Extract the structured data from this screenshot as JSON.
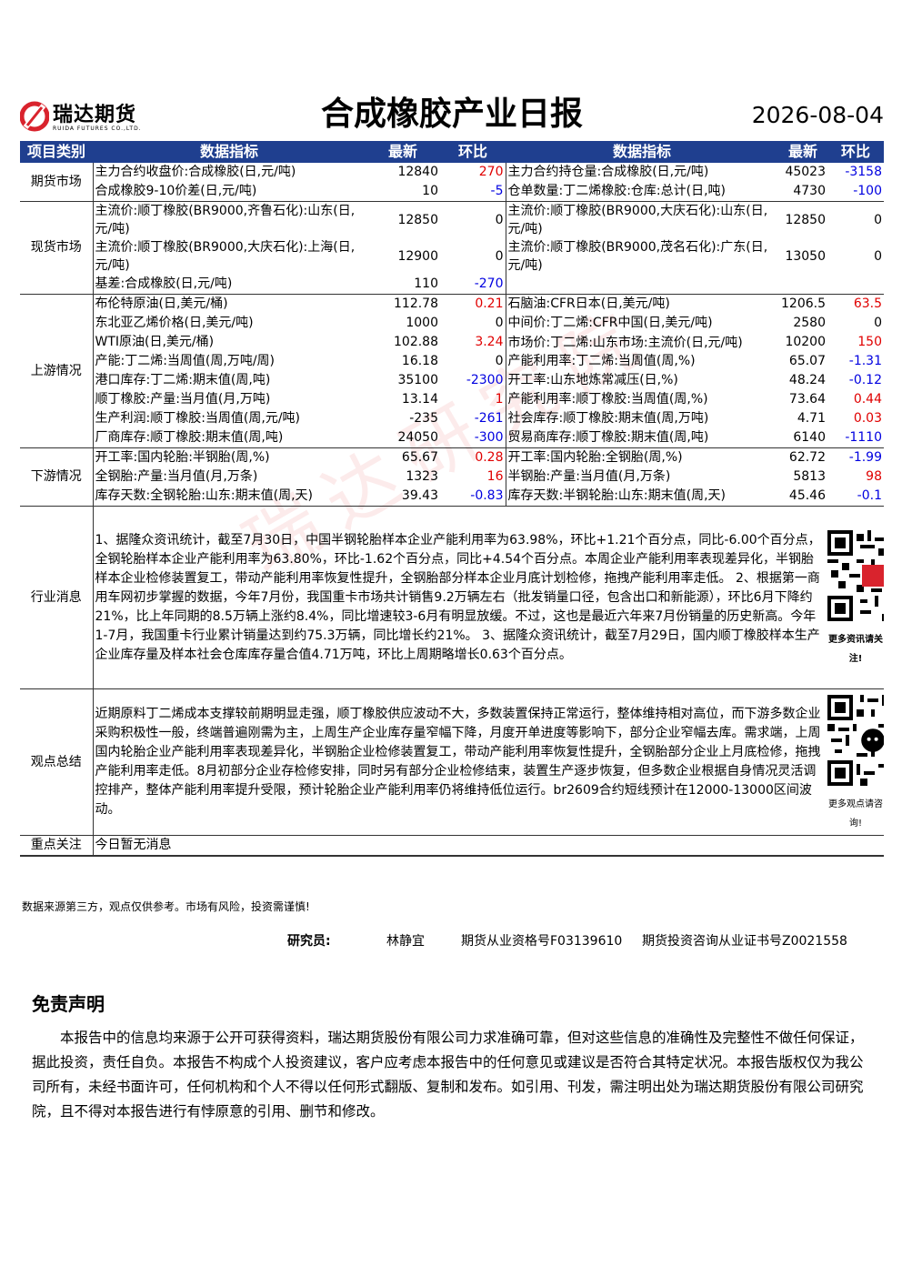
{
  "header": {
    "logo_text": "瑞达期货",
    "logo_sub": "RUIDA FUTURES CO.,LTD.",
    "title": "合成橡胶产业日报",
    "date": "2026-08-04"
  },
  "table_headers": {
    "category": "项目类别",
    "indicator": "数据指标",
    "latest": "最新",
    "change": "环比"
  },
  "sections": {
    "futures": {
      "label": "期货市场",
      "rows": [
        {
          "l_name": "主力合约收盘价:合成橡胶(日,元/吨)",
          "l_val": "12840",
          "l_chg": "270",
          "r_name": "主力合约持仓量:合成橡胶(日,元/吨)",
          "r_val": "45023",
          "r_chg": "-3158"
        },
        {
          "l_name": "合成橡胶9-10价差(日,元/吨)",
          "l_val": "10",
          "l_chg": "-5",
          "r_name": "仓单数量:丁二烯橡胶:仓库:总计(日,吨)",
          "r_val": "4730",
          "r_chg": "-100"
        }
      ]
    },
    "spot": {
      "label": "现货市场",
      "rows": [
        {
          "l_name": "主流价:顺丁橡胶(BR9000,齐鲁石化):山东(日,元/吨)",
          "l_val": "12850",
          "l_chg": "0",
          "r_name": "主流价:顺丁橡胶(BR9000,大庆石化):山东(日,元/吨)",
          "r_val": "12850",
          "r_chg": "0"
        },
        {
          "l_name": "主流价:顺丁橡胶(BR9000,大庆石化):上海(日,元/吨)",
          "l_val": "12900",
          "l_chg": "0",
          "r_name": "主流价:顺丁橡胶(BR9000,茂名石化):广东(日,元/吨)",
          "r_val": "13050",
          "r_chg": "0"
        },
        {
          "l_name": "基差:合成橡胶(日,元/吨)",
          "l_val": "110",
          "l_chg": "-270"
        }
      ]
    },
    "upstream": {
      "label": "上游情况",
      "rows": [
        {
          "l_name": "布伦特原油(日,美元/桶)",
          "l_val": "112.78",
          "l_chg": "0.21",
          "r_name": "石脑油:CFR日本(日,美元/吨)",
          "r_val": "1206.5",
          "r_chg": "63.5"
        },
        {
          "l_name": "东北亚乙烯价格(日,美元/吨)",
          "l_val": "1000",
          "l_chg": "0",
          "r_name": "中间价:丁二烯:CFR中国(日,美元/吨)",
          "r_val": "2580",
          "r_chg": "0"
        },
        {
          "l_name": "WTI原油(日,美元/桶)",
          "l_val": "102.88",
          "l_chg": "3.24",
          "r_name": "市场价:丁二烯:山东市场:主流价(日,元/吨)",
          "r_val": "10200",
          "r_chg": "150"
        },
        {
          "l_name": "产能:丁二烯:当周值(周,万吨/周)",
          "l_val": "16.18",
          "l_chg": "0",
          "r_name": "产能利用率:丁二烯:当周值(周,%)",
          "r_val": "65.07",
          "r_chg": "-1.31"
        },
        {
          "l_name": "港口库存:丁二烯:期末值(周,吨)",
          "l_val": "35100",
          "l_chg": "-2300",
          "r_name": "开工率:山东地炼常减压(日,%)",
          "r_val": "48.24",
          "r_chg": "-0.12"
        },
        {
          "l_name": "顺丁橡胶:产量:当月值(月,万吨)",
          "l_val": "13.14",
          "l_chg": "1",
          "r_name": "产能利用率:顺丁橡胶:当周值(周,%)",
          "r_val": "73.64",
          "r_chg": "0.44"
        },
        {
          "l_name": "生产利润:顺丁橡胶:当周值(周,元/吨)",
          "l_val": "-235",
          "l_chg": "-261",
          "r_name": "社会库存:顺丁橡胶:期末值(周,万吨)",
          "r_val": "4.71",
          "r_chg": "0.03"
        },
        {
          "l_name": "厂商库存:顺丁橡胶:期末值(周,吨)",
          "l_val": "24050",
          "l_chg": "-300",
          "r_name": "贸易商库存:顺丁橡胶:期末值(周,吨)",
          "r_val": "6140",
          "r_chg": "-1110"
        }
      ]
    },
    "downstream": {
      "label": "下游情况",
      "rows": [
        {
          "l_name": "开工率:国内轮胎:半钢胎(周,%)",
          "l_val": "65.67",
          "l_chg": "0.28",
          "r_name": "开工率:国内轮胎:全钢胎(周,%)",
          "r_val": "62.72",
          "r_chg": "-1.99"
        },
        {
          "l_name": "全钢胎:产量:当月值(月,万条)",
          "l_val": "1323",
          "l_chg": "16",
          "r_name": "半钢胎:产量:当月值(月,万条)",
          "r_val": "5813",
          "r_chg": "98"
        },
        {
          "l_name": "库存天数:全钢轮胎:山东:期末值(周,天)",
          "l_val": "39.43",
          "l_chg": "-0.83",
          "r_name": "库存天数:半钢轮胎:山东:期末值(周,天)",
          "r_val": "45.46",
          "r_chg": "-0.1"
        }
      ]
    },
    "news": {
      "label": "行业消息",
      "text": "1、据隆众资讯统计，截至7月30日，中国半钢轮胎样本企业产能利用率为63.98%，环比+1.21个百分点，同比-6.00个百分点，全钢轮胎样本企业产能利用率为63.80%，环比-1.62个百分点，同比+4.54个百分点。本周企业产能利用率表现差异化，半钢胎样本企业检修装置复工，带动产能利用率恢复性提升，全钢胎部分样本企业月底计划检修，拖拽产能利用率走低。 2、根据第一商用车网初步掌握的数据，今年7月份，我国重卡市场共计销售9.2万辆左右（批发销量口径，包含出口和新能源），环比6月下降约21%，比上年同期的8.5万辆上涨约8.4%，同比增速较3-6月有明显放缓。不过，这也是最近六年来7月份销量的历史新高。今年1-7月，我国重卡行业累计销量达到约75.3万辆，同比增长约21%。 3、据隆众资讯统计，截至7月29日，国内顺丁橡胶样本生产企业库存量及样本社会仓库库存量合值4.71万吨，环比上周期略增长0.63个百分点。",
      "qr_caption": "更多资讯请关注!"
    },
    "view": {
      "label": "观点总结",
      "text": "近期原料丁二烯成本支撑较前期明显走强，顺丁橡胶供应波动不大，多数装置保持正常运行，整体维持相对高位，而下游多数企业采购积极性一般，终端普遍刚需为主，上周生产企业库存量窄幅下降，月度开单进度等影响下，部分企业窄幅去库。需求端，上周国内轮胎企业产能利用率表现差异化，半钢胎企业检修装置复工，带动产能利用率恢复性提升，全钢胎部分企业上月底检修，拖拽产能利用率走低。8月初部分企业存检修安排，同时另有部分企业检修结束，装置生产逐步恢复，但多数企业根据自身情况灵活调控排产，整体产能利用率提升受限，预计轮胎企业产能利用率仍将维持低位运行。br2609合约短线预计在12000-13000区间波动。",
      "qr_caption": "更多观点请咨询!"
    },
    "focus": {
      "label": "重点关注",
      "text": "今日暂无消息"
    }
  },
  "footer": {
    "note": "数据来源第三方，观点仅供参考。市场有风险，投资需谨慎!",
    "researcher_label": "研究员:",
    "researcher_name": "林静宜",
    "license1": "期货从业资格号F03139610",
    "license2": "期货投资咨询从业证书号Z0021558"
  },
  "disclaimer": {
    "title": "免责声明",
    "body": "本报告中的信息均来源于公开可获得资料，瑞达期货股份有限公司力求准确可靠，但对这些信息的准确性及完整性不做任何保证，据此投资，责任自负。本报告不构成个人投资建议，客户应考虑本报告中的任何意见或建议是否符合其特定状况。本报告版权仅为我公司所有，未经书面许可，任何机构和个人不得以任何形式翻版、复制和发布。如引用、刊发，需注明出处为瑞达期货股份有限公司研究院，且不得对本报告进行有悖原意的引用、删节和修改。"
  },
  "colors": {
    "header_bg": "#1f3f8f",
    "positive": "#e00000",
    "negative": "#0000e0",
    "logo_red": "#d9232d"
  }
}
